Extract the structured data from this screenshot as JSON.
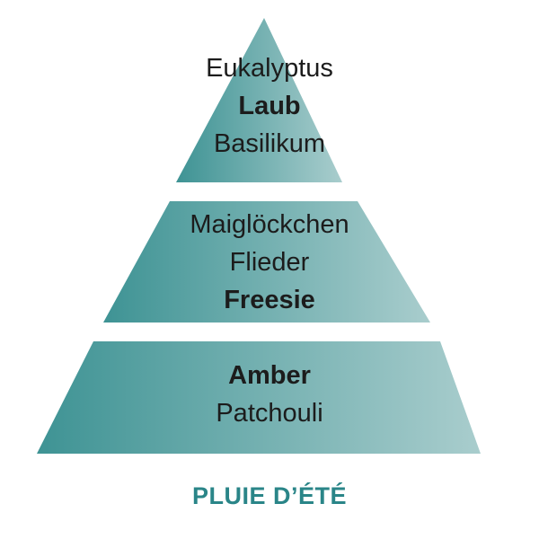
{
  "title": "PLUIE D’ÉTÉ",
  "colors": {
    "tier_left": "#3e9394",
    "tier_right": "#a9cdcd",
    "title": "#2a8588",
    "text": "#1c1c1c"
  },
  "tiers": [
    {
      "notes": [
        {
          "text": "Eukalyptus",
          "emphasis": false
        },
        {
          "text": "Laub",
          "emphasis": true
        },
        {
          "text": "Basilikum",
          "emphasis": false
        }
      ]
    },
    {
      "notes": [
        {
          "text": "Maiglöckchen",
          "emphasis": false
        },
        {
          "text": "Flieder",
          "emphasis": false
        },
        {
          "text": "Freesie",
          "emphasis": true
        }
      ]
    },
    {
      "notes": [
        {
          "text": "Amber",
          "emphasis": true
        },
        {
          "text": "Patchouli",
          "emphasis": false
        }
      ]
    }
  ]
}
